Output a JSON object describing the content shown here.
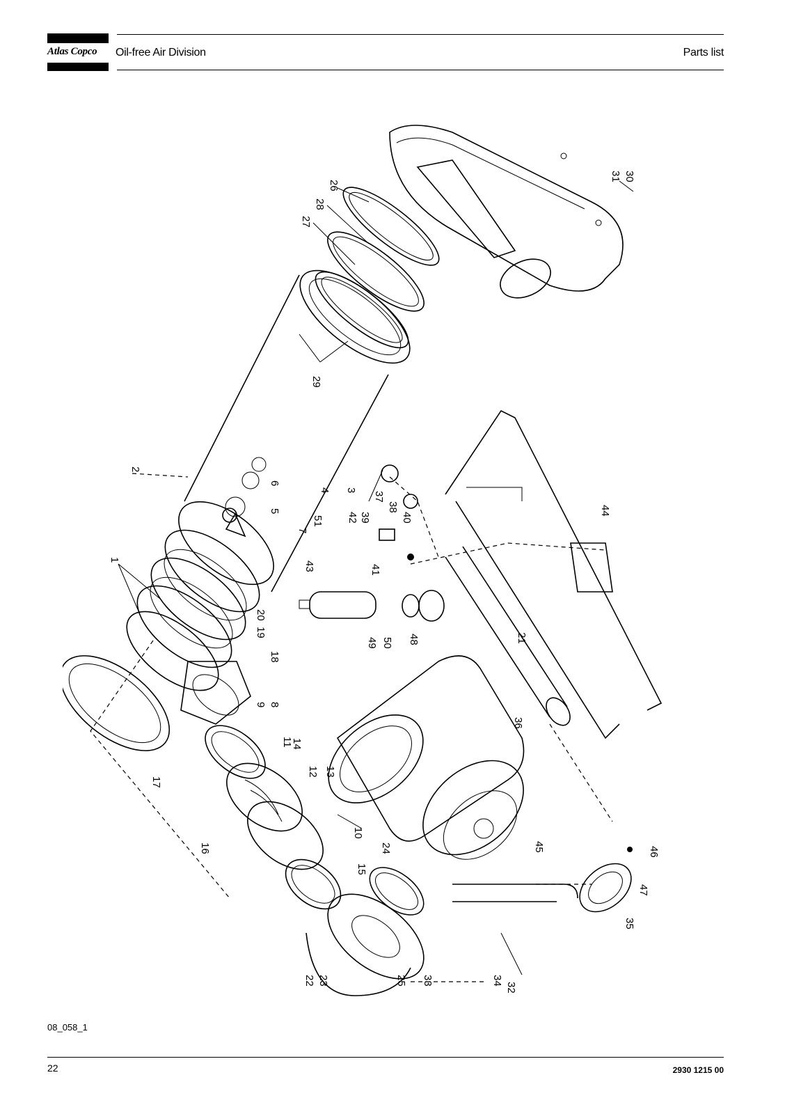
{
  "header": {
    "logo_text": "Atlas Copco",
    "division": "Oil-free Air Division",
    "document_type": "Parts list"
  },
  "figure": {
    "id": "08_058_1",
    "callouts": [
      "1",
      "2",
      "3",
      "4",
      "5",
      "6",
      "7",
      "8",
      "9",
      "10",
      "11",
      "12",
      "13",
      "14",
      "15",
      "16",
      "17",
      "18",
      "19",
      "20",
      "21",
      "22",
      "23",
      "24",
      "25",
      "26",
      "27",
      "28",
      "29",
      "30",
      "31",
      "32",
      "33",
      "34",
      "35",
      "36",
      "37",
      "38",
      "39",
      "40",
      "41",
      "42",
      "43",
      "44",
      "45",
      "46",
      "47",
      "48",
      "49",
      "50",
      "51"
    ]
  },
  "footer": {
    "page_number": "22",
    "document_number": "2930 1215 00"
  }
}
